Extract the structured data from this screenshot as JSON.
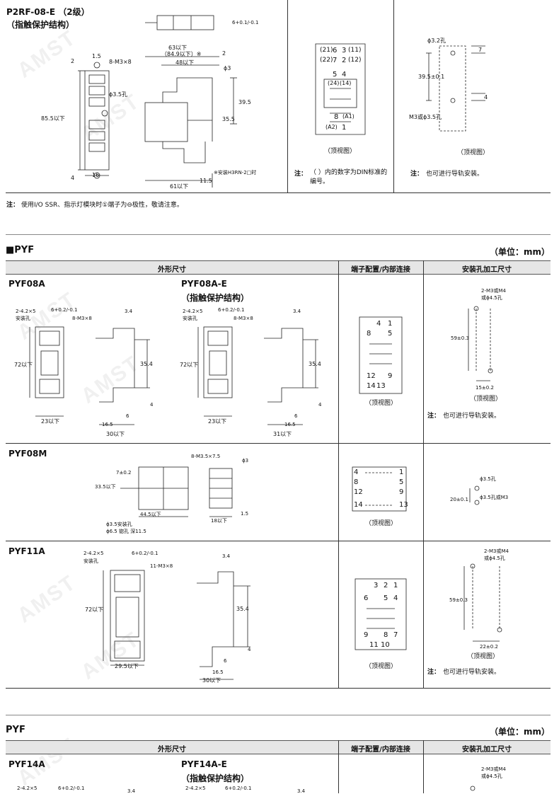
{
  "top": {
    "p2rf_title": "P2RF-08-E （2级）",
    "p2rf_subtitle": "（指触保护结构）",
    "dims": {
      "d_1_5": "1.5",
      "d_2a": "2",
      "d_m3x8": "8-M3×8",
      "d_phi35": "ϕ3.5孔",
      "d_855": "85.5以下",
      "d_4": "4",
      "d_16": "16",
      "d_63": "63以下",
      "d_849": "（84.9以下）※",
      "d_2b": "2",
      "d_48": "48以下",
      "d_phi3": "ϕ3",
      "d_395": "39.5",
      "d_355": "35.5",
      "d_61": "61以下",
      "d_115": "11.5",
      "d_h3rn": "※安装H3RN-2□时",
      "d_6tol": "6+0.1/-0.1"
    },
    "socket_top_view": "（顶视图）",
    "socket_note_label": "注：",
    "socket_note": "（ ）内的数字为DIN标准的编号。",
    "pins": {
      "p21": "(21)",
      "p6": "6",
      "p3": "3",
      "p11": "(11)",
      "p22": "(22)",
      "p7": "7",
      "p2": "2",
      "p12": "(12)",
      "p5": "5",
      "p4": "4",
      "p24": "(24)",
      "p14": "(14)",
      "p8": "8",
      "pA1": "(A1)",
      "pA2": "(A2)",
      "p1": "1"
    },
    "mount": {
      "phi32": "ϕ3.2孔",
      "d7": "7",
      "d395": "39.5±0.1",
      "d4": "4",
      "m3": "M3或ϕ3.5孔",
      "top_view": "（顶视图）",
      "note_label": "注：",
      "note": "也可进行导轨安装。"
    },
    "footer_note_label": "注：",
    "footer_note": "使用I/O SSR、指示灯模块时①端子为⊖极性，敬请注意。"
  },
  "pyf": {
    "section_title": "■PYF",
    "unit": "（单位：mm）",
    "col_outline": "外形尺寸",
    "col_terminal": "端子配置/内部连接",
    "col_mount": "安装孔加工尺寸",
    "pyf08a": {
      "name": "PYF08A",
      "name_e": "PYF08A-E",
      "name_e_sub": "（指触保护结构）",
      "hole": "2-4.2×5",
      "hole_label": "安装孔",
      "tol6": "6+0.2/-0.1",
      "m3x8": "8-M3×8",
      "d34": "3.4",
      "d72": "72以下",
      "d354": "35.4",
      "d4": "4",
      "d6": "6",
      "d165": "16.5",
      "d23": "23以下",
      "d30": "30以下",
      "d31": "31以下",
      "top_view": "（顶视图）",
      "mount_m3m4": "2-M3或M4",
      "mount_phi45": "或ϕ4.5孔",
      "mount_59": "59±0.3",
      "mount_15": "15±0.2",
      "mount_top_view": "（顶视图）",
      "mount_note_label": "注：",
      "mount_note": "也可进行导轨安装。",
      "pins": [
        "4",
        "1",
        "8",
        "5",
        "12",
        "9",
        "14",
        "13"
      ]
    },
    "pyf08m": {
      "name": "PYF08M",
      "m35": "8-M3.5×7.5",
      "phi3": "ϕ3",
      "d7": "7±0.2",
      "d335": "33.5以下",
      "d445": "44.5以下",
      "d15": "1.5",
      "d18": "18以下",
      "phi35": "ϕ3.5安装孔",
      "phi65": "ϕ6.5 锪孔  深11.5",
      "top_view": "（顶视图）",
      "pins": [
        "4",
        "1",
        "8",
        "5",
        "12",
        "9",
        "14",
        "13"
      ],
      "mount_phi35": "ϕ3.5孔",
      "mount_20": "20±0.1",
      "mount_phi35m3": "ϕ3.5孔或M3"
    },
    "pyf11a": {
      "name": "PYF11A",
      "hole": "2-4.2×5",
      "hole_label": "安装孔",
      "tol6": "6+0.2/-0.1",
      "m3x8": "11-M3×8",
      "d34": "3.4",
      "d72": "72以下",
      "d354": "35.4",
      "d4": "4",
      "d6": "6",
      "d165": "16.5",
      "d295": "29.5以下",
      "d30": "30以下",
      "top_view": "（顶视图）",
      "pins": [
        "3",
        "2",
        "1",
        "6",
        "5",
        "4",
        "9",
        "8",
        "7",
        "11",
        "10"
      ],
      "mount_m3m4": "2-M3或M4",
      "mount_phi45": "或ϕ4.5孔",
      "mount_59": "59±0.3",
      "mount_22": "22±0.2",
      "mount_top_view": "（顶视图）",
      "mount_note_label": "注：",
      "mount_note": "也可进行导轨安装。"
    }
  },
  "pyf2": {
    "section_title": "PYF",
    "unit": "（单位：mm）",
    "col_outline": "外形尺寸",
    "col_terminal": "端子配置/内部连接",
    "col_mount": "安装孔加工尺寸",
    "pyf14a": "PYF14A",
    "pyf14a_e": "PYF14A-E",
    "pyf14a_e_sub": "（指触保护结构）",
    "hole1": "2-4.2×5",
    "hole2": "2-4.2×5",
    "tol1": "6+0.2/-0.1",
    "tol2": "6+0.2/-0.1",
    "d34a": "3.4",
    "d34b": "3.4",
    "mount_m3m4": "2-M3或M4",
    "mount_phi45": "或ϕ4.5孔"
  },
  "watermark": "AMST"
}
